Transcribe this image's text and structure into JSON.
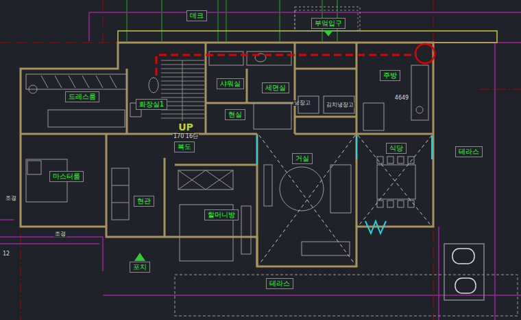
{
  "diagram": {
    "nodes": [
      {
        "text": [
          "데크"
        ]
      },
      {
        "text": [
          "부엌입구"
        ]
      },
      {
        "text": [
          "드레스룸"
        ]
      },
      {
        "text": [
          "화장실1"
        ]
      },
      {
        "text": [
          "샤워실"
        ]
      },
      {
        "text": [
          "세면실"
        ]
      },
      {
        "text": [
          "현실"
        ]
      },
      {
        "text": [
          "주방"
        ]
      },
      {
        "text": [
          "식당"
        ]
      },
      {
        "text": [
          "테라스"
        ]
      },
      {
        "text": [
          "거실"
        ]
      },
      {
        "text": [
          "복도"
        ]
      },
      {
        "text": [
          "마스터룸"
        ]
      },
      {
        "text": [
          "현관"
        ]
      },
      {
        "text": [
          "할머니방"
        ]
      },
      {
        "text": [
          "포치"
        ]
      },
      {
        "text": [
          "테라스"
        ]
      }
    ],
    "labels": [
      "UP",
      "170 16단",
      "냉장고",
      "김치냉장고",
      "4649",
      "조경",
      "조경",
      "12"
    ]
  }
}
